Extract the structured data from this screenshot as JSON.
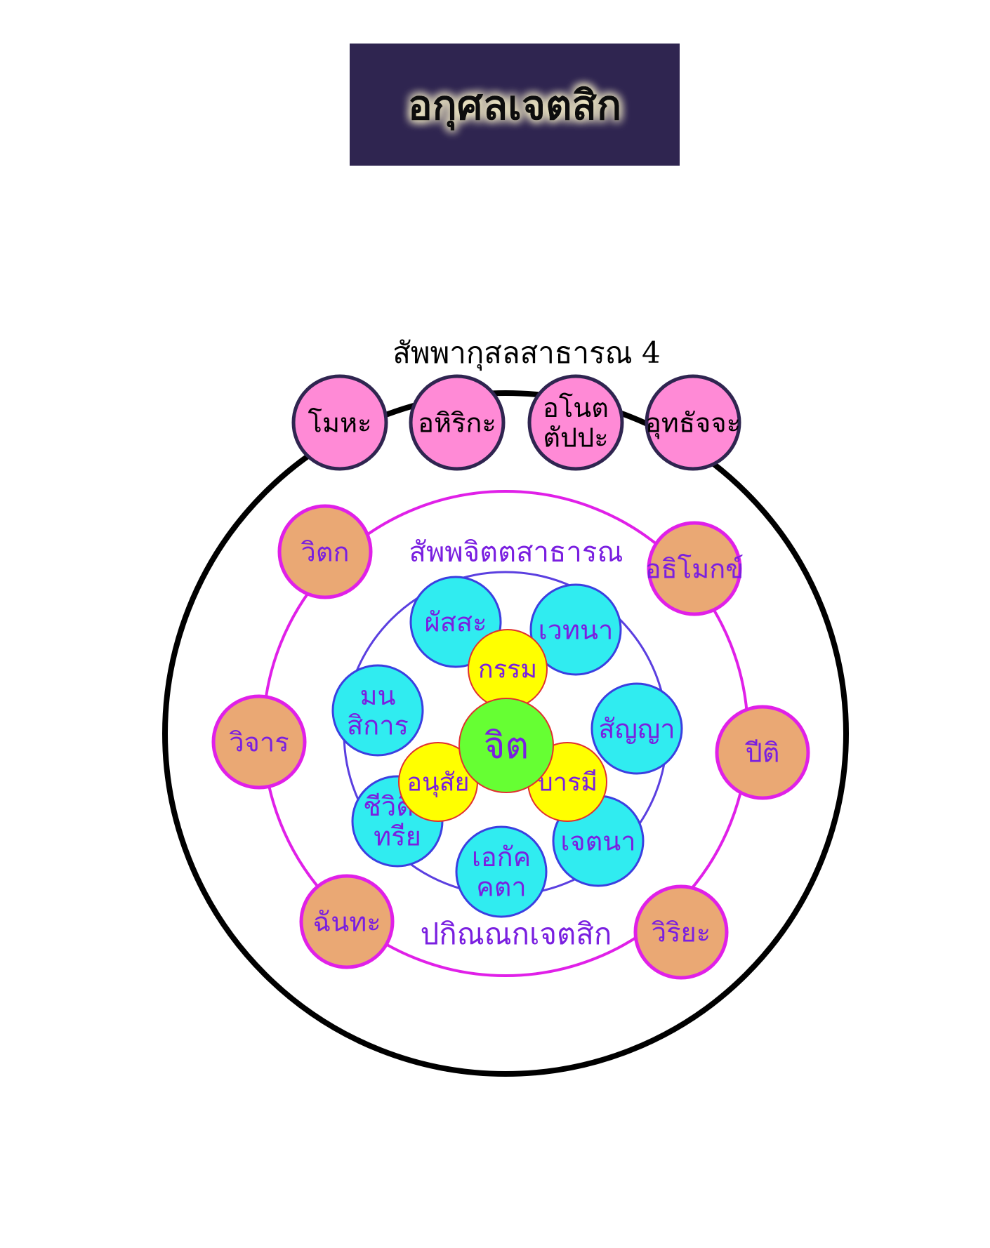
{
  "title": "อกุศลเจตสิก",
  "colors": {
    "title_bg": "#2f2550",
    "title_glow": "#f3ecc6",
    "outer_ring": "#000000",
    "mid_ring": "#e020e8",
    "inner_ring": "#5b3fe0",
    "pink_fill": "#ff8ad6",
    "pink_stroke": "#2f2550",
    "orange_fill": "#eaa874",
    "orange_stroke": "#e020e8",
    "cyan_fill": "#30ecf0",
    "cyan_stroke": "#3b3fe0",
    "yellow_fill": "#ffff00",
    "yellow_stroke": "#e03030",
    "center_fill": "#66ff33",
    "center_stroke": "#e03030",
    "purple_text": "#7a1fe0"
  },
  "diagram": {
    "top_group_label": "สัพพากุสลสาธารณ 4",
    "top_group": [
      "โมหะ",
      "อหิริกะ",
      "อโนต\nตัปปะ",
      "อุทธัจจะ"
    ],
    "mid_group_label_top": "สัพพจิตตสาธารณ",
    "mid_group_label_bottom": "ปกิณณกเจตสิก",
    "pakinnaka": [
      "วิตก",
      "อธิโมกข์",
      "วิจาร",
      "ปีติ",
      "ฉันทะ",
      "วิริยะ"
    ],
    "sabbacitta": [
      "ผัสสะ",
      "เวทนา",
      "มน\nสิการ",
      "สัญญา",
      "ชีวิตินฺ\nทรีย",
      "เอกัค\nคตา",
      "เจตนา"
    ],
    "core_satellites": [
      "กรรม",
      "อนุสัย",
      "บารมี"
    ],
    "center": "จิต"
  }
}
